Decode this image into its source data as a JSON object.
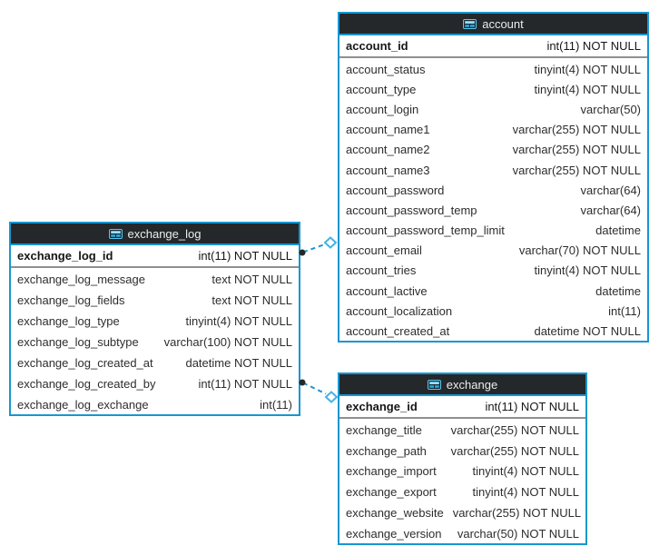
{
  "page": {
    "background": "#ffffff"
  },
  "colors": {
    "table_border": "#1796d2",
    "header_background": "#24282b",
    "header_text": "#ececec",
    "row_text": "#2d2d2d",
    "pk_separator": "#8f8f8f",
    "connector_line": "#1f95cf",
    "connector_diamond_stroke": "#45b2e2",
    "connector_dot": "#24282b"
  },
  "tables": [
    {
      "title": "account",
      "icon": "table-icon",
      "pk": {
        "name": "account_id",
        "type": "int(11) NOT NULL"
      },
      "columns": [
        {
          "name": "account_status",
          "type": "tinyint(4) NOT NULL"
        },
        {
          "name": "account_type",
          "type": "tinyint(4) NOT NULL"
        },
        {
          "name": "account_login",
          "type": "varchar(50)"
        },
        {
          "name": "account_name1",
          "type": "varchar(255) NOT NULL"
        },
        {
          "name": "account_name2",
          "type": "varchar(255) NOT NULL"
        },
        {
          "name": "account_name3",
          "type": "varchar(255) NOT NULL"
        },
        {
          "name": "account_password",
          "type": "varchar(64)"
        },
        {
          "name": "account_password_temp",
          "type": "varchar(64)"
        },
        {
          "name": "account_password_temp_limit",
          "type": "datetime"
        },
        {
          "name": "account_email",
          "type": "varchar(70) NOT NULL"
        },
        {
          "name": "account_tries",
          "type": "tinyint(4) NOT NULL"
        },
        {
          "name": "account_lactive",
          "type": "datetime"
        },
        {
          "name": "account_localization",
          "type": "int(11)"
        },
        {
          "name": "account_created_at",
          "type": "datetime NOT NULL"
        }
      ]
    },
    {
      "title": "exchange_log",
      "icon": "table-icon",
      "pk": {
        "name": "exchange_log_id",
        "type": "int(11) NOT NULL"
      },
      "columns": [
        {
          "name": "exchange_log_message",
          "type": "text NOT NULL"
        },
        {
          "name": "exchange_log_fields",
          "type": "text NOT NULL"
        },
        {
          "name": "exchange_log_type",
          "type": "tinyint(4) NOT NULL"
        },
        {
          "name": "exchange_log_subtype",
          "type": "varchar(100) NOT NULL"
        },
        {
          "name": "exchange_log_created_at",
          "type": "datetime NOT NULL"
        },
        {
          "name": "exchange_log_created_by",
          "type": "int(11) NOT NULL"
        },
        {
          "name": "exchange_log_exchange",
          "type": "int(11)"
        }
      ]
    },
    {
      "title": "exchange",
      "icon": "table-icon",
      "pk": {
        "name": "exchange_id",
        "type": "int(11) NOT NULL"
      },
      "columns": [
        {
          "name": "exchange_title",
          "type": "varchar(255) NOT NULL"
        },
        {
          "name": "exchange_path",
          "type": "varchar(255) NOT NULL"
        },
        {
          "name": "exchange_import",
          "type": "tinyint(4) NOT NULL"
        },
        {
          "name": "exchange_export",
          "type": "tinyint(4) NOT NULL"
        },
        {
          "name": "exchange_website",
          "type": "varchar(255) NOT NULL"
        },
        {
          "name": "exchange_version",
          "type": "varchar(50) NOT NULL"
        }
      ]
    }
  ],
  "connections": [
    {
      "from": "exchange_log",
      "to": "account",
      "style": "dashed"
    },
    {
      "from": "exchange_log",
      "to": "exchange",
      "style": "dashed"
    }
  ]
}
